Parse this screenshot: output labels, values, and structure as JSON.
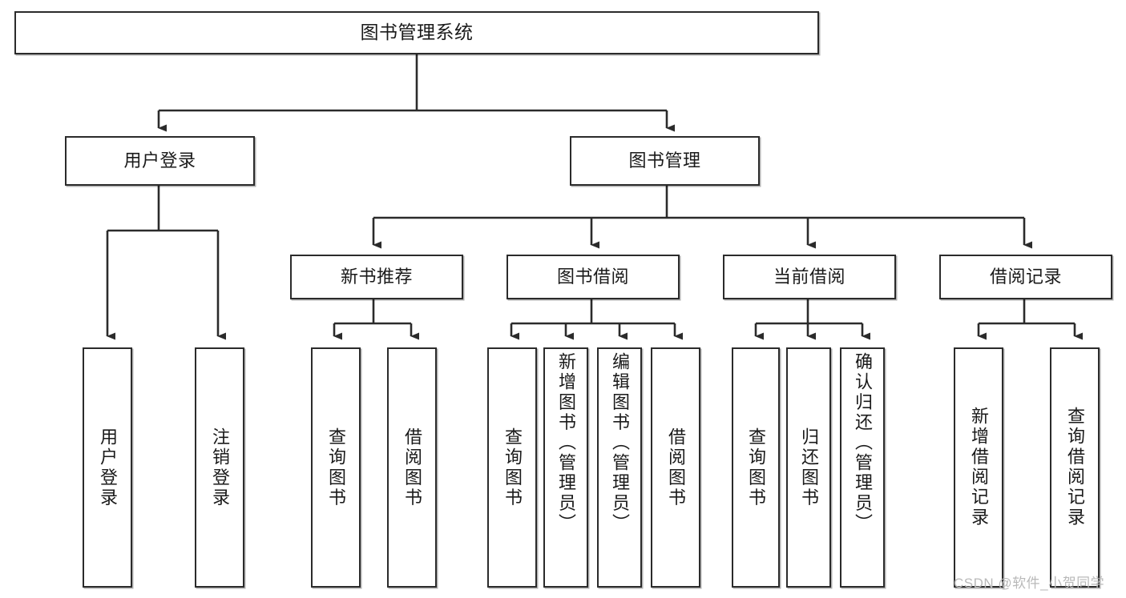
{
  "diagram": {
    "title_node": {
      "label": "图书管理系统"
    },
    "level2": [
      {
        "label": "用户登录"
      },
      {
        "label": "图书管理"
      }
    ],
    "level3": [
      {
        "label": "新书推荐"
      },
      {
        "label": "图书借阅"
      },
      {
        "label": "当前借阅"
      },
      {
        "label": "借阅记录"
      }
    ],
    "leaves": [
      {
        "label": "用户登录"
      },
      {
        "label": "注销登录"
      },
      {
        "label": "查询图书"
      },
      {
        "label": "借阅图书"
      },
      {
        "label": "查询图书"
      },
      {
        "label": "新增图书（管理员）"
      },
      {
        "label": "编辑图书（管理员）"
      },
      {
        "label": "借阅图书"
      },
      {
        "label": "查询图书"
      },
      {
        "label": "归还图书"
      },
      {
        "label": "确认归还（管理员）"
      },
      {
        "label": "新增借阅记录"
      },
      {
        "label": "查询借阅记录"
      }
    ],
    "colors": {
      "stroke": "#2b2b2b",
      "fill": "#ffffff",
      "text": "#1a1a1a",
      "watermark": "#b9b9b9"
    }
  },
  "watermark": {
    "text": "CSDN @软件_小贺同学"
  }
}
